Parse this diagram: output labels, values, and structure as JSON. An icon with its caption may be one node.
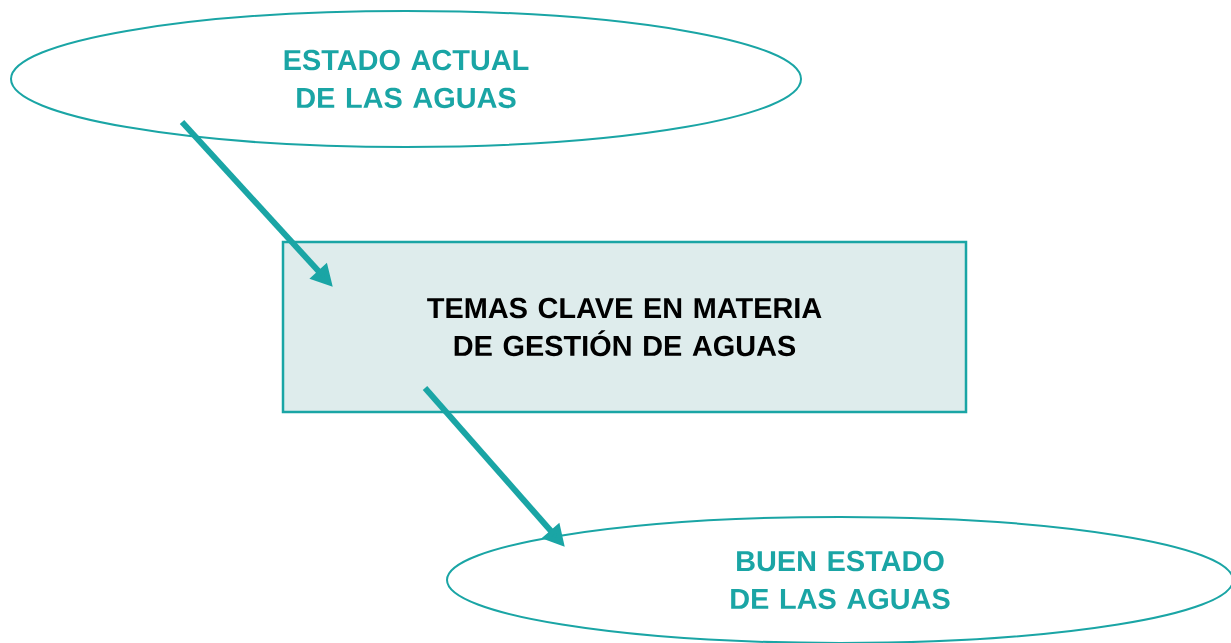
{
  "diagram": {
    "nodes": [
      {
        "text": [
          "ESTADO ACTUAL DE LAS AGUAS"
        ]
      },
      {
        "text": [
          "TEMAS CLAVE EN MATERIA DE GESTIÓN DE AGUAS"
        ]
      },
      {
        "text": [
          "BUEN ESTADO DE LAS AGUAS"
        ]
      }
    ],
    "edges": [
      {
        "from": 0,
        "to": 1,
        "arrow": "to"
      },
      {
        "from": 1,
        "to": 2,
        "arrow": "to"
      }
    ]
  }
}
